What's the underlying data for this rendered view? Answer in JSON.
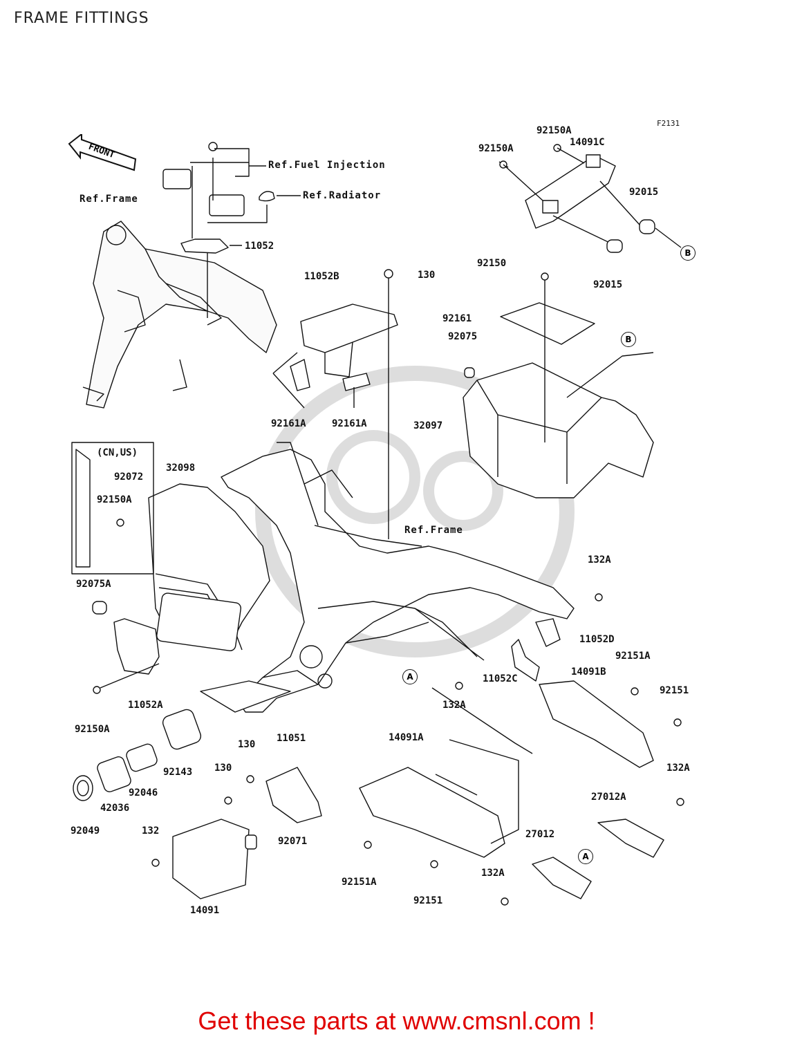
{
  "header": {
    "title": "FRAME FITTINGS",
    "figure_code": "F2131"
  },
  "front_arrow": {
    "label": "FRONT"
  },
  "references": {
    "fuel_injection": "Ref.Fuel Injection",
    "radiator": "Ref.Radiator",
    "frame_top": "Ref.Frame",
    "frame_center": "Ref.Frame"
  },
  "variant_note": "(CN,US)",
  "part_labels": {
    "p92150a_top": "92150A",
    "p140910c": "14091C",
    "p92150a_left": "92150A",
    "p92015_a": "92015",
    "p92015_b": "92015",
    "p92150": "92150",
    "p11052": "11052",
    "p11052b": "11052B",
    "p130_top": "130",
    "p92161": "92161",
    "p92075": "92075",
    "p92161a_1": "92161A",
    "p92161a_2": "92161A",
    "p32097": "32097",
    "p92072": "92072",
    "p32098": "32098",
    "p92150a_mid": "92150A",
    "p92075a": "92075A",
    "p132a_1": "132A",
    "p11052d": "11052D",
    "p92151a_1": "92151A",
    "p14091b": "14091B",
    "p92151_1": "92151",
    "p11052c": "11052C",
    "p132a_2": "132A",
    "p11052a": "11052A",
    "p92150a_bottom": "92150A",
    "p14091a": "14091A",
    "p130_a": "130",
    "p130_b": "130",
    "p11051": "11051",
    "p92143": "92143",
    "p92046": "92046",
    "p42036": "42036",
    "p92049": "92049",
    "p132a_3": "132A",
    "p27012a": "27012A",
    "p132": "132",
    "p92071": "92071",
    "p27012": "27012",
    "p92151a_2": "92151A",
    "p92151_2": "92151",
    "p132a_4": "132A",
    "p14091": "14091"
  },
  "callouts": {
    "b1": "B",
    "b2": "B",
    "a1": "A",
    "a2": "A"
  },
  "footer": {
    "cta": "Get these parts at www.cmsnl.com !"
  },
  "colors": {
    "cta": "#e00000",
    "line": "#111111"
  }
}
